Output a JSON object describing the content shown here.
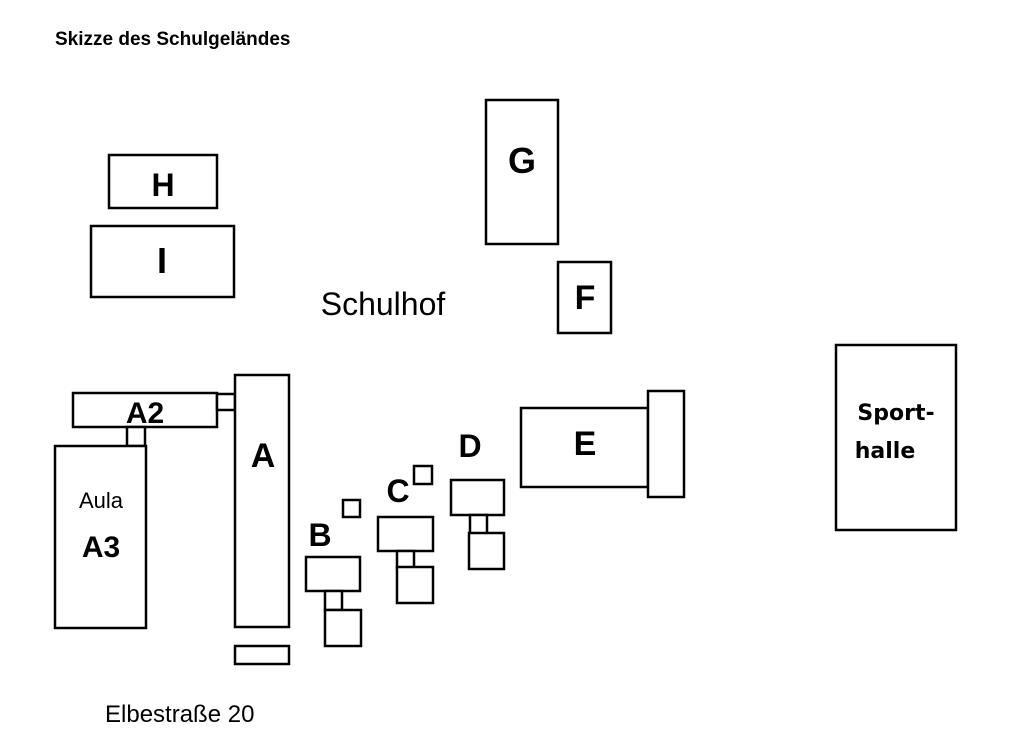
{
  "title": "Skizze des Schulgeländes",
  "schoolyard_label": "Schulhof",
  "street_label": "Elbestraße 20",
  "buildings": {
    "h": "H",
    "i": "I",
    "g": "G",
    "f": "F",
    "a2": "A2",
    "a": "A",
    "a3_name": "Aula",
    "a3": "A3",
    "b": "B",
    "c": "C",
    "d": "D",
    "e": "E",
    "sport_line1": "Sport-",
    "sport_line2": "halle"
  }
}
